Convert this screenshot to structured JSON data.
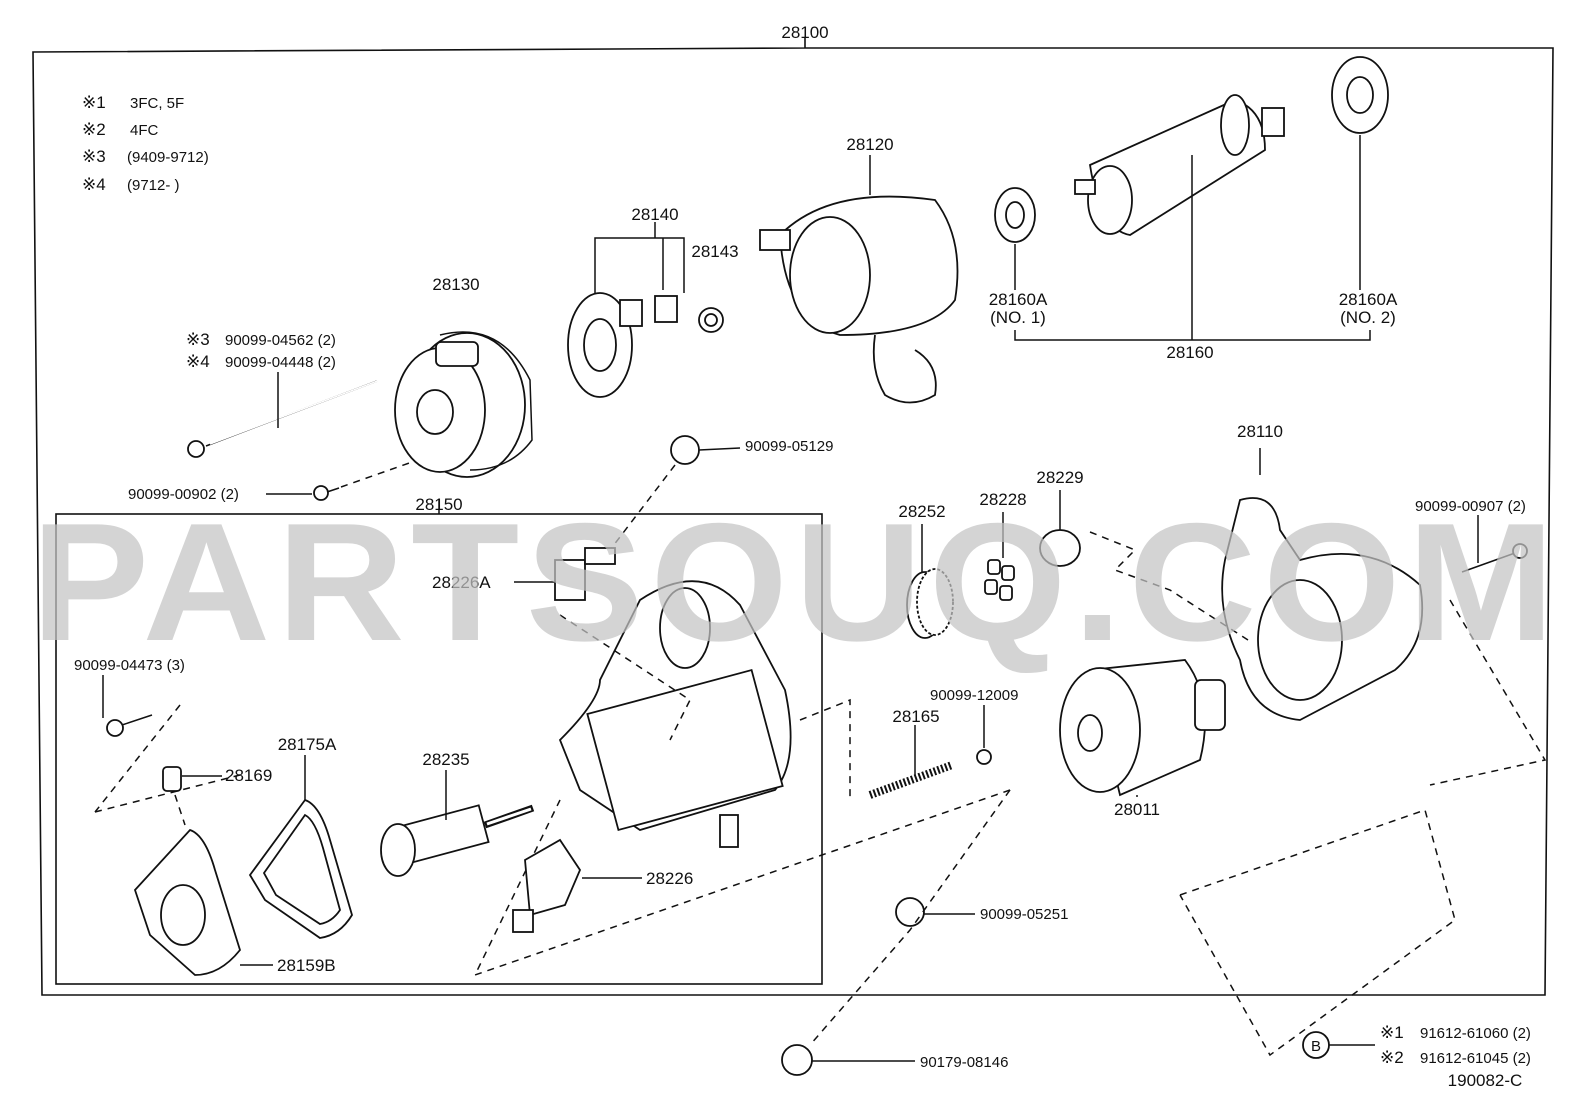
{
  "diagram": {
    "main_assembly": "28100",
    "sub_assembly": "28150",
    "drawing_code": "190082-C",
    "legend": [
      {
        "mark": "※1",
        "text": "3FC, 5F"
      },
      {
        "mark": "※2",
        "text": "4FC"
      },
      {
        "mark": "※3",
        "text": "(9409-9712)"
      },
      {
        "mark": "※4",
        "text": "(9712-      )"
      }
    ],
    "labels": {
      "p28120": "28120",
      "p28140": "28140",
      "p28143": "28143",
      "p28130": "28130",
      "p28160a1": "28160A",
      "p28160a1_sub": "(NO. 1)",
      "p28160a2": "28160A",
      "p28160a2_sub": "(NO. 2)",
      "p28160": "28160",
      "bolt_3_mark": "※3",
      "bolt_3": "90099-04562 (2)",
      "bolt_4_mark": "※4",
      "bolt_4": "90099-04448 (2)",
      "screw_00902": "90099-00902 (2)",
      "cap_05129": "90099-05129",
      "p28110": "28110",
      "bolt_00907": "90099-00907 (2)",
      "p28229": "28229",
      "p28228": "28228",
      "p28252": "28252",
      "p28226a": "28226A",
      "bolt_04473": "90099-04473 (3)",
      "p28175a": "28175A",
      "p28169": "28169",
      "p28235": "28235",
      "p28226": "28226",
      "p28159b": "28159B",
      "p28165": "28165",
      "ball_12009": "90099-12009",
      "p28011": "28011",
      "cap_05251": "90099-05251",
      "cap_08146": "90179-08146",
      "circle_b": "B",
      "b1_mark": "※1",
      "b1": "91612-61060 (2)",
      "b2_mark": "※2",
      "b2": "91612-61045 (2)"
    },
    "watermark": "PARTSOUQ.COM"
  }
}
